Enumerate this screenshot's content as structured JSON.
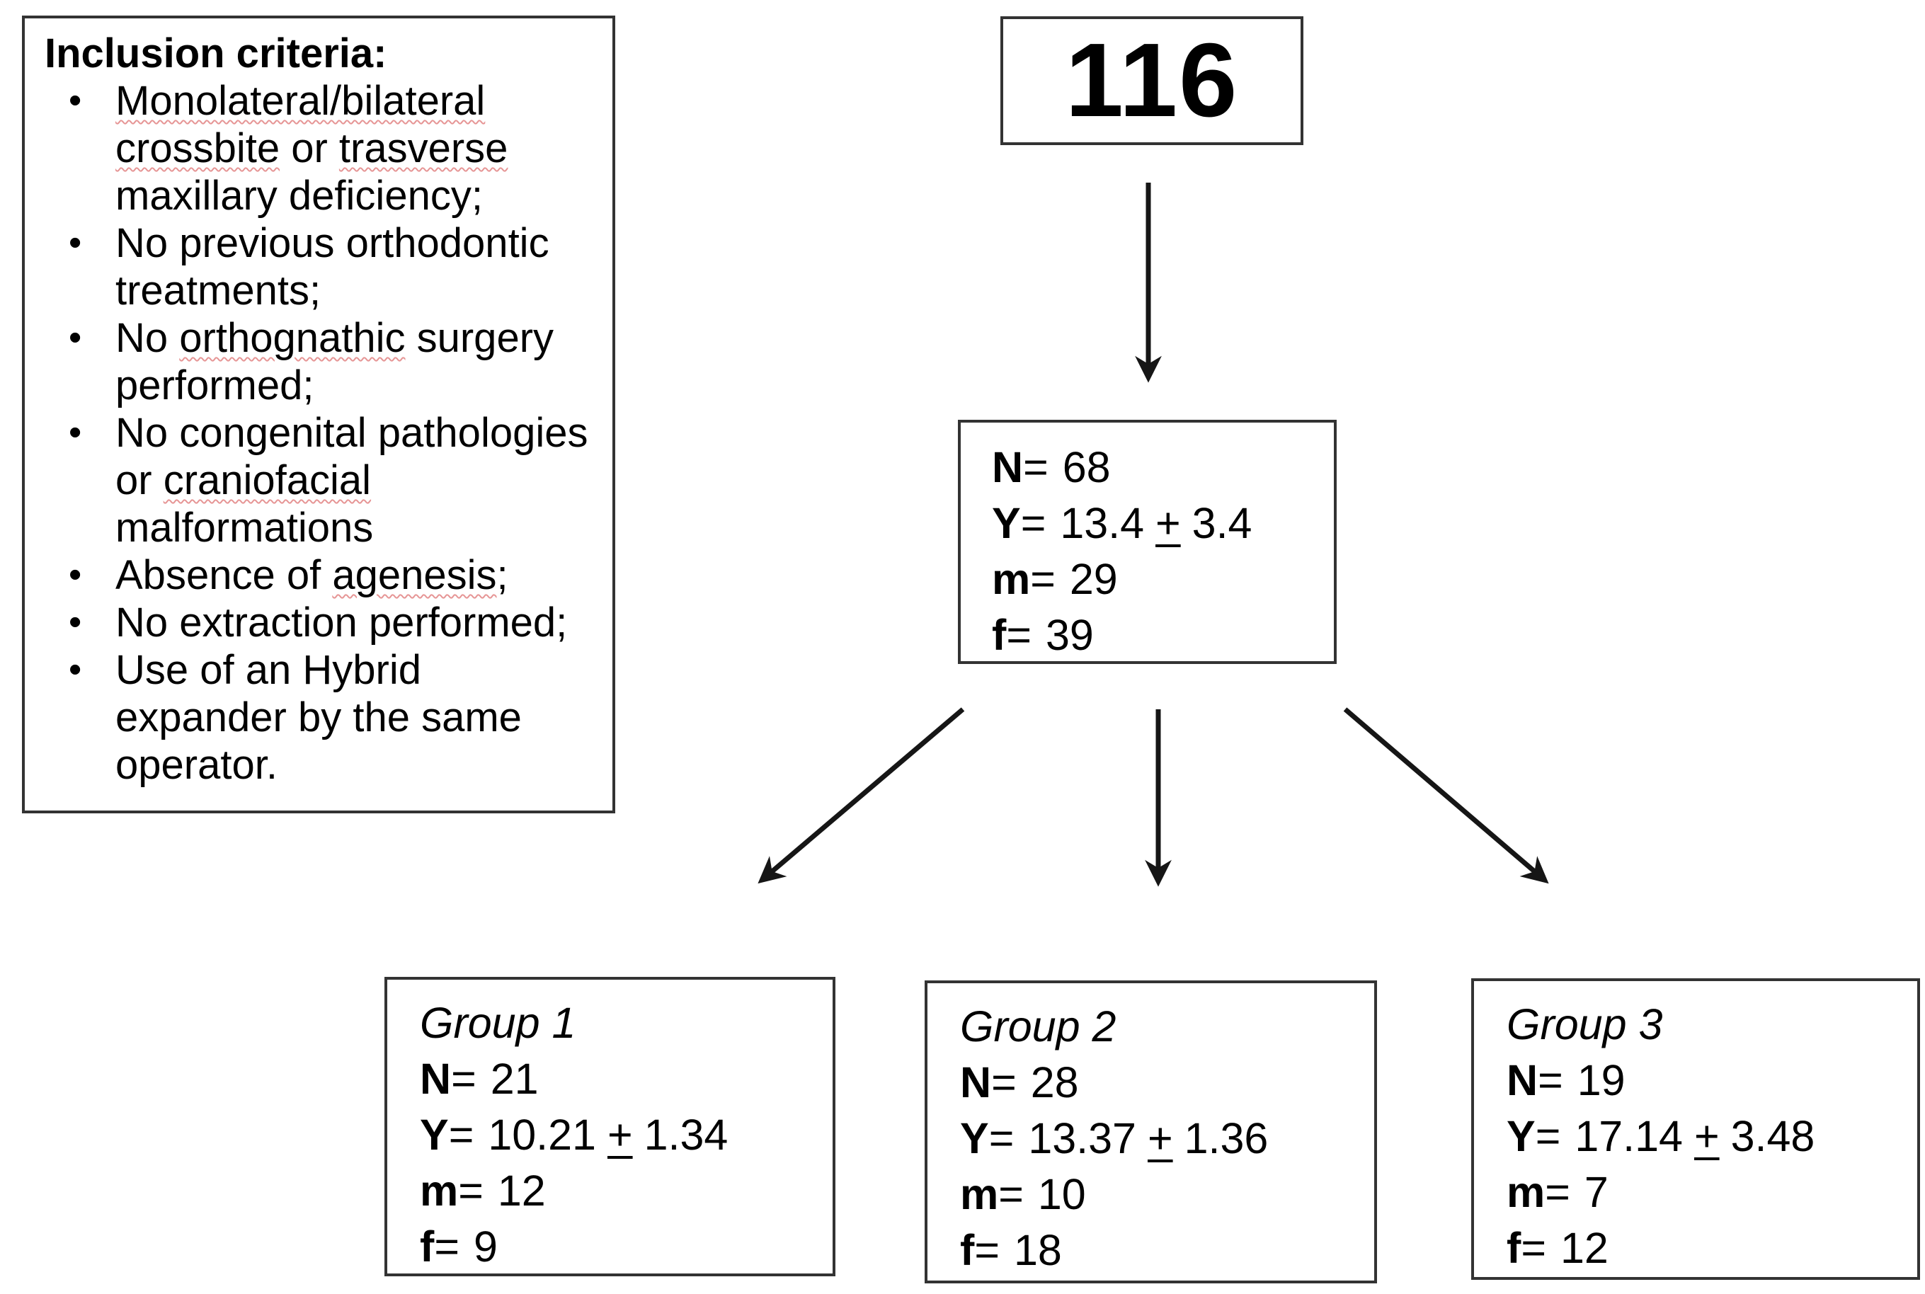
{
  "colors": {
    "background": "#ffffff",
    "text": "#000000",
    "border": "#333333",
    "arrow": "#161616",
    "squiggle_red": "#d65454"
  },
  "inclusion_criteria": {
    "title": "Inclusion criteria:",
    "bullet_char": "•",
    "items": [
      {
        "lines": [
          [
            {
              "text": "Monolateral/bilateral",
              "sq": true
            }
          ],
          [
            {
              "text": "crossbite",
              "sq": true
            },
            {
              "text": " or ",
              "sq": false
            },
            {
              "text": "trasverse",
              "sq": true
            }
          ],
          [
            {
              "text": "maxillary deficiency;",
              "sq": false
            }
          ]
        ]
      },
      {
        "lines": [
          [
            {
              "text": "No previous orthodontic",
              "sq": false
            }
          ],
          [
            {
              "text": "treatments;",
              "sq": false
            }
          ]
        ]
      },
      {
        "lines": [
          [
            {
              "text": "No ",
              "sq": false
            },
            {
              "text": "orthognathic",
              "sq": true
            },
            {
              "text": " surgery",
              "sq": false
            }
          ],
          [
            {
              "text": "performed;",
              "sq": false
            }
          ]
        ]
      },
      {
        "lines": [
          [
            {
              "text": "No congenital pathologies",
              "sq": false
            }
          ],
          [
            {
              "text": "or ",
              "sq": false
            },
            {
              "text": "craniofacial",
              "sq": true
            }
          ],
          [
            {
              "text": "malformations",
              "sq": false
            }
          ]
        ]
      },
      {
        "lines": [
          [
            {
              "text": "Absence of ",
              "sq": false
            },
            {
              "text": "agenesis",
              "sq": true
            },
            {
              "text": ";",
              "sq": false
            }
          ]
        ]
      },
      {
        "lines": [
          [
            {
              "text": "No extraction performed;",
              "sq": false
            }
          ]
        ]
      },
      {
        "lines": [
          [
            {
              "text": "Use of an Hybrid",
              "sq": false
            }
          ],
          [
            {
              "text": "expander by the same",
              "sq": false
            }
          ],
          [
            {
              "text": "operator.",
              "sq": false
            }
          ]
        ]
      }
    ]
  },
  "flow": {
    "total": "116",
    "labels": {
      "n": "N",
      "y": "Y",
      "m": "m",
      "f": "f",
      "eq": "=",
      "pm": "+"
    },
    "cohort": {
      "n": "68",
      "y_mean": "13.4",
      "y_sd": "3.4",
      "m": "29",
      "f": "39"
    },
    "groups": [
      {
        "title": "Group 1",
        "n": "21",
        "y_mean": "10.21",
        "y_sd": "1.34",
        "m": "12",
        "f": "9"
      },
      {
        "title": "Group 2",
        "n": "28",
        "y_mean": "13.37",
        "y_sd": "1.36",
        "m": "10",
        "f": "18"
      },
      {
        "title": "Group 3",
        "n": "19",
        "y_mean": "17.14",
        "y_sd": "3.48",
        "m": "7",
        "f": "12"
      }
    ]
  }
}
